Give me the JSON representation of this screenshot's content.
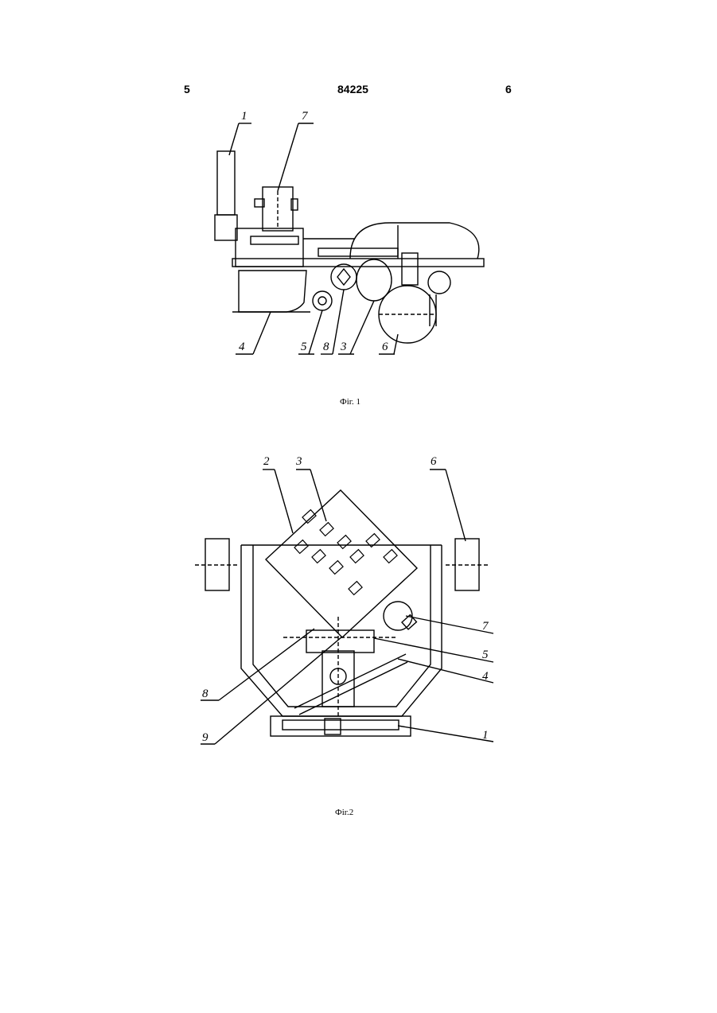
{
  "header": {
    "left_page": "5",
    "patent_number": "84225",
    "right_page": "6"
  },
  "figure1": {
    "caption": "Фiг. 1",
    "labels": [
      "1",
      "7",
      "4",
      "5",
      "8",
      "3",
      "6"
    ]
  },
  "figure2": {
    "caption": "Фiг.2",
    "labels": [
      "2",
      "3",
      "6",
      "7",
      "5",
      "4",
      "8",
      "9",
      "1"
    ]
  }
}
